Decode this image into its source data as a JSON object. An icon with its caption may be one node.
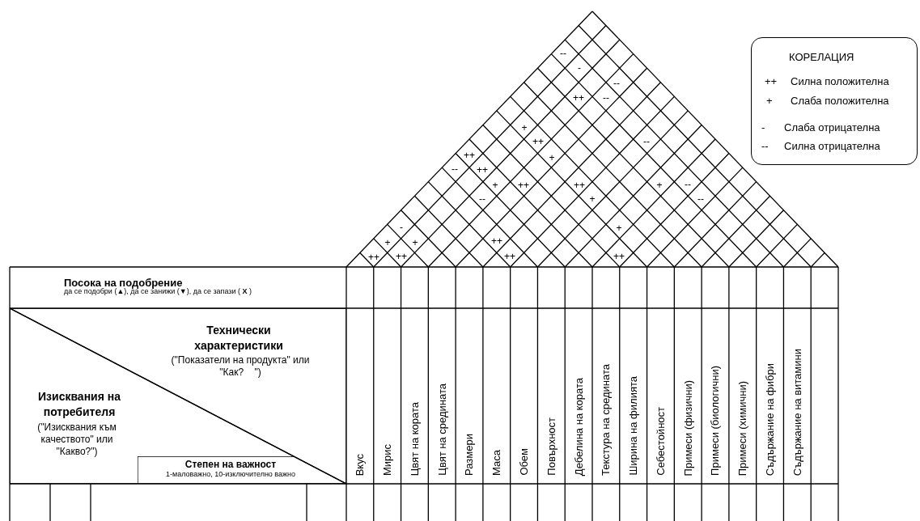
{
  "diagram": {
    "nodes": [
      {
        "text": [
          "КОРЕЛАЦИЯ",
          "++",
          "Силна положителна",
          "+",
          "Слаба положителна",
          "-",
          "Слаба отрицателна",
          "--",
          "Силна отрицателна"
        ]
      },
      {
        "text": [
          "Посока на подобрение",
          "да се подобри (▲), да се занижи (▼), да се запази ( **X** )"
        ]
      },
      {
        "text": [
          "Технически характеристики",
          "(\"Показатели на продукта\" или \"Как?    \")"
        ]
      },
      {
        "text": [
          "Изисквания на потребителя",
          "(\"Изисквания към качеството\" или \"Какво?\")"
        ]
      },
      {
        "text": [
          "Степен на важност",
          "1-маловажно, 10-изключително важно"
        ],
        "in": 3
      },
      {
        "text": [
          "Вкус"
        ]
      },
      {
        "text": [
          "Мирис"
        ]
      },
      {
        "text": [
          "Цвят на кората"
        ]
      },
      {
        "text": [
          "Цвят на средината"
        ]
      },
      {
        "text": [
          "Размери"
        ]
      },
      {
        "text": [
          "Маса"
        ]
      },
      {
        "text": [
          "Обем"
        ]
      },
      {
        "text": [
          "Повърхност"
        ]
      },
      {
        "text": [
          "Дебелина на кората"
        ]
      },
      {
        "text": [
          "Текстура на средината"
        ]
      },
      {
        "text": [
          "Ширина на филията"
        ]
      },
      {
        "text": [
          "Себестойност"
        ]
      },
      {
        "text": [
          "Примеси (физични)"
        ]
      },
      {
        "text": [
          "Примеси (биологични)"
        ]
      },
      {
        "text": [
          "Примеси (химични)"
        ]
      },
      {
        "text": [
          "Съдържание на фибри"
        ]
      },
      {
        "text": [
          "Съдържание на витамини"
        ]
      }
    ],
    "labels": [
      "--",
      "-",
      "--",
      "++",
      "--",
      "+",
      "++",
      "--",
      "++",
      "+",
      "--",
      "++",
      "+",
      "++",
      "++",
      "+",
      "--",
      "--",
      "+",
      "--",
      "-",
      "+",
      "+",
      "+",
      "++",
      "++",
      "++",
      "++",
      "++"
    ]
  }
}
